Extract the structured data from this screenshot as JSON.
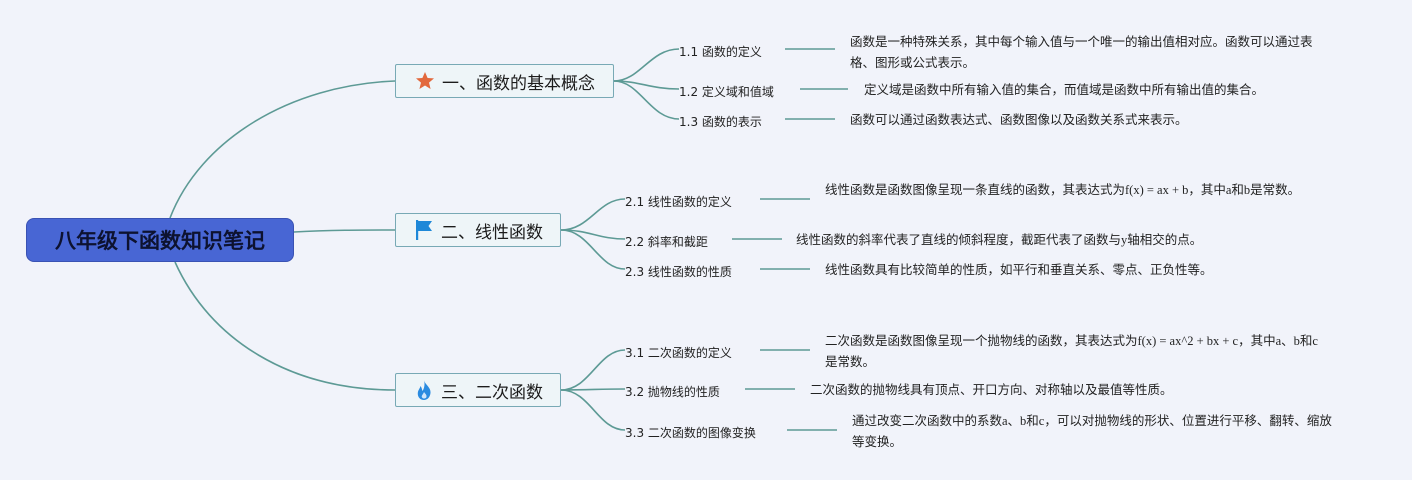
{
  "root": {
    "title": "八年级下函数知识笔记"
  },
  "colors": {
    "root_bg": "#4866d4",
    "branch_border": "#78a9b5",
    "line": "#5d9a95",
    "star": "#e2683c",
    "flag": "#1e88d8",
    "flame": "#2a8be0"
  },
  "branches": [
    {
      "title": "一、函数的基本概念",
      "icon": "star-icon",
      "topics": [
        {
          "label": "1.1 函数的定义",
          "desc": "函数是一种特殊关系，其中每个输入值与一个唯一的输出值相对应。函数可以通过表格、图形或公式表示。"
        },
        {
          "label": "1.2 定义域和值域",
          "desc": "定义域是函数中所有输入值的集合，而值域是函数中所有输出值的集合。"
        },
        {
          "label": "1.3 函数的表示",
          "desc": "函数可以通过函数表达式、函数图像以及函数关系式来表示。"
        }
      ]
    },
    {
      "title": "二、线性函数",
      "icon": "flag-icon",
      "topics": [
        {
          "label": "2.1 线性函数的定义",
          "desc": "线性函数是函数图像呈现一条直线的函数，其表达式为f(x) = ax + b，其中a和b是常数。"
        },
        {
          "label": "2.2 斜率和截距",
          "desc": "线性函数的斜率代表了直线的倾斜程度，截距代表了函数与y轴相交的点。"
        },
        {
          "label": "2.3 线性函数的性质",
          "desc": "线性函数具有比较简单的性质，如平行和垂直关系、零点、正负性等。"
        }
      ]
    },
    {
      "title": "三、二次函数",
      "icon": "flame-icon",
      "topics": [
        {
          "label": "3.1 二次函数的定义",
          "desc": "二次函数是函数图像呈现一个抛物线的函数，其表达式为f(x) = ax^2 + bx + c，其中a、b和c是常数。"
        },
        {
          "label": "3.2 抛物线的性质",
          "desc": "二次函数的抛物线具有顶点、开口方向、对称轴以及最值等性质。"
        },
        {
          "label": "3.3 二次函数的图像变换",
          "desc": "通过改变二次函数中的系数a、b和c，可以对抛物线的形状、位置进行平移、翻转、缩放等变换。"
        }
      ]
    }
  ]
}
